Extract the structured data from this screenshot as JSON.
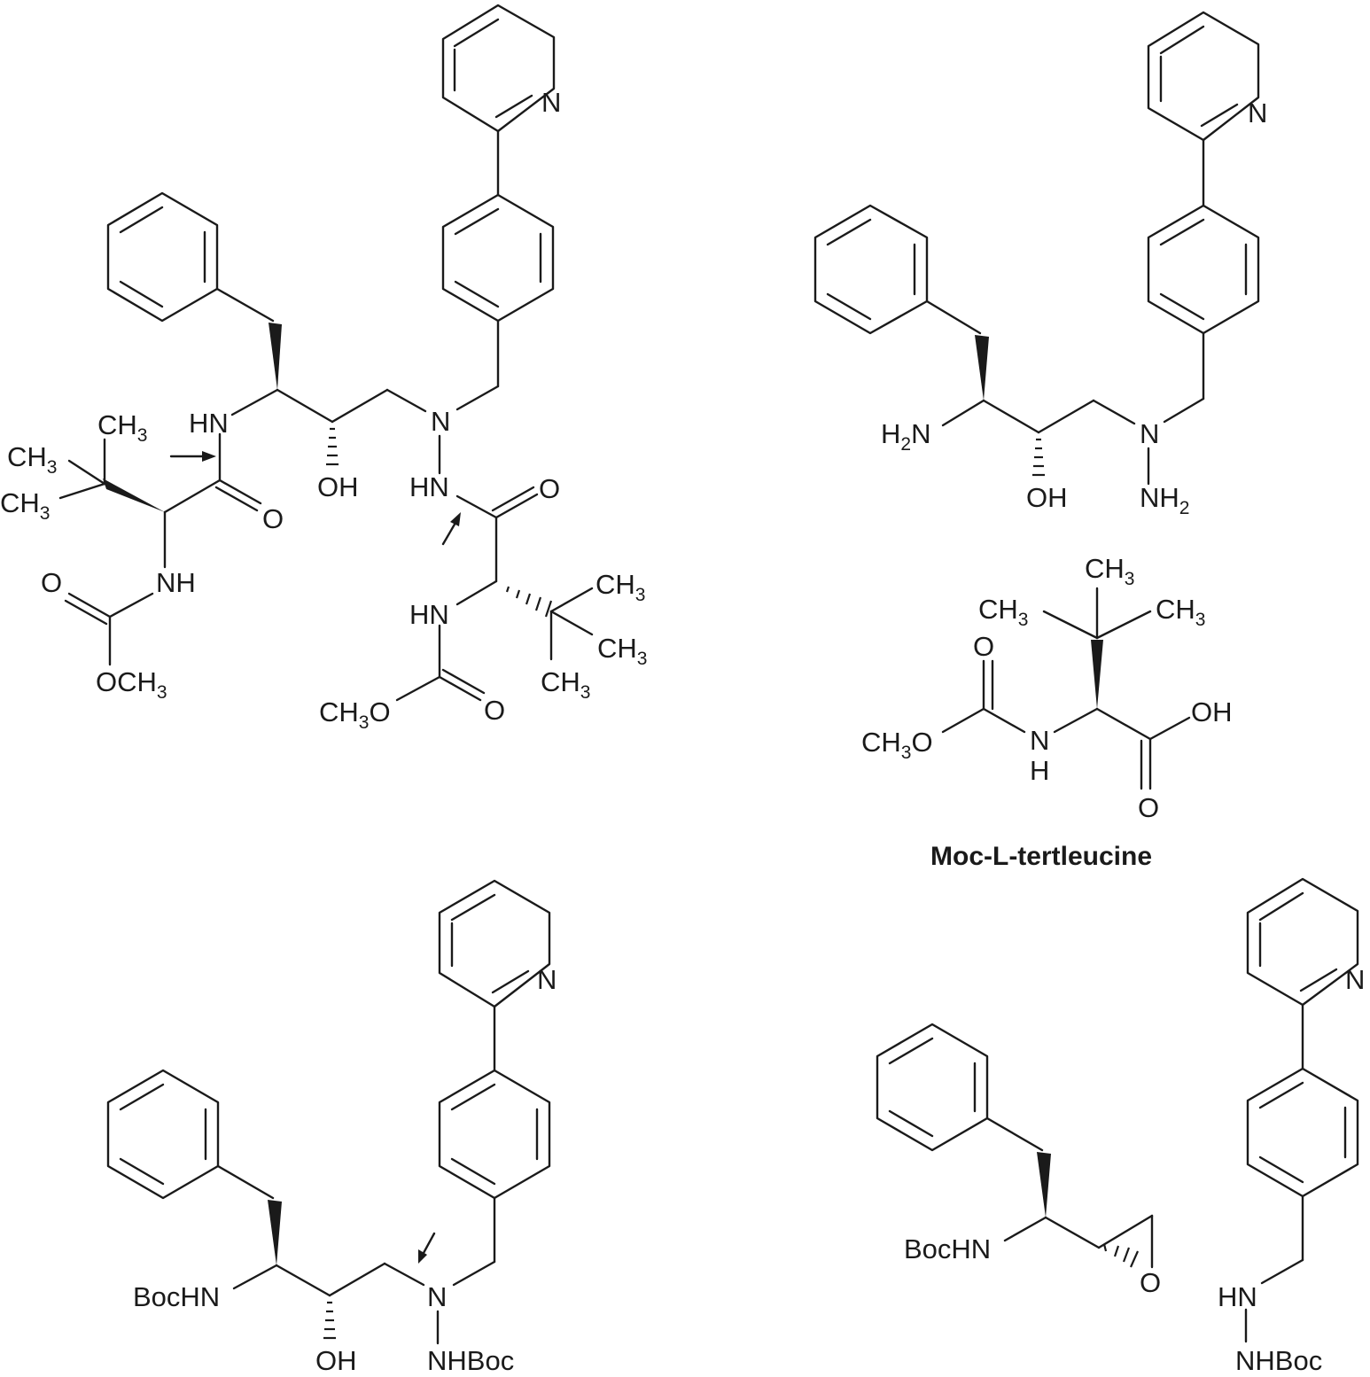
{
  "compounds": {
    "top_left": {
      "labels": {
        "n_pyridine": "N",
        "hn_left": "HN",
        "ch3_a": "CH",
        "ch3_a_sub": "3",
        "ch3_b": "CH",
        "ch3_b_sub": "3",
        "ch3_c": "CH",
        "ch3_c_sub": "3",
        "o_left": "O",
        "nh_left": "NH",
        "o_carb_left": "O",
        "och3": "OCH",
        "och3_sub": "3",
        "oh": "OH",
        "n_hydrazine": "N",
        "hn_hydrazine": "HN",
        "o_right": "O",
        "hn_right": "HN",
        "ch3_d": "CH",
        "ch3_d_sub": "3",
        "ch3_e": "CH",
        "ch3_e_sub": "3",
        "ch3_f": "CH",
        "ch3_f_sub": "3",
        "ch3o": "CH",
        "ch3o_sub": "3",
        "ch3o_o": "O",
        "o_carb_right": "O"
      }
    },
    "top_right": {
      "labels": {
        "n_pyridine": "N",
        "h2n": "H",
        "h2n_sub": "2",
        "h2n_n": "N",
        "oh": "OH",
        "n_hydrazine": "N",
        "nh2": "NH",
        "nh2_sub": "2"
      }
    },
    "moc": {
      "caption": "Moc-L-tertleucine",
      "labels": {
        "ch3_top": "CH",
        "ch3_top_sub": "3",
        "ch3_left": "CH",
        "ch3_left_sub": "3",
        "ch3_right": "CH",
        "ch3_right_sub": "3",
        "o_top": "O",
        "ch3o": "CH",
        "ch3o_sub": "3",
        "ch3o_o": "O",
        "n": "N",
        "h": "H",
        "oh": "OH",
        "o_bottom": "O"
      }
    },
    "bottom_left": {
      "labels": {
        "n_pyridine": "N",
        "bochn": "BocHN",
        "oh": "OH",
        "n_hydrazine": "N",
        "nhboc": "NHBoc"
      }
    },
    "bottom_right": {
      "labels": {
        "n_pyridine": "N",
        "bochn": "BocHN",
        "o_epoxide": "O",
        "hn": "HN",
        "nhboc": "NHBoc"
      }
    }
  }
}
